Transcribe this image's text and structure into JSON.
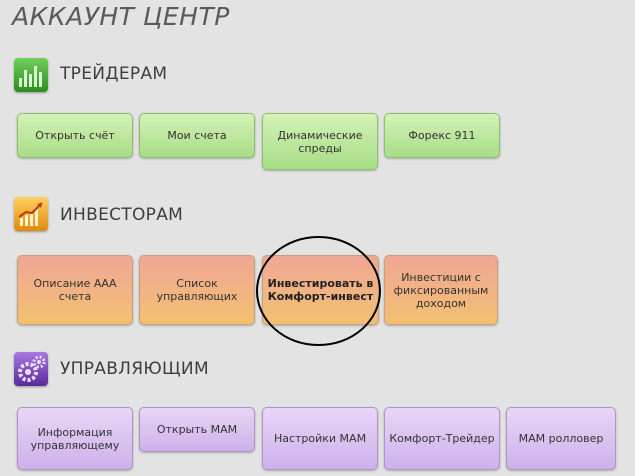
{
  "page_title": "АККАУНТ ЦЕНТР",
  "sections": {
    "traders": {
      "title": "ТРЕЙДЕРАМ",
      "icon": "bar-chart-icon",
      "color": "#3d9b2d",
      "buttons": [
        "Открыть счёт",
        "Мои счета",
        "Динамические спреды",
        "Форекс 911"
      ]
    },
    "investors": {
      "title": "ИНВЕСТОРАМ",
      "icon": "growth-chart-icon",
      "color": "#e8a020",
      "buttons": [
        "Описание ААА счета",
        "Список управляющих",
        "Инвестировать в Комфорт-инвест",
        "Инвестиции с фиксированным доходом"
      ]
    },
    "managers": {
      "title": "УПРАВЛЯЮЩИМ",
      "icon": "gears-icon",
      "color": "#7a45b8",
      "buttons": [
        "Информация управляющему",
        "Открыть МАМ",
        "Настройки МАМ",
        "Комфорт-Трейдер",
        "МАМ ролловер"
      ]
    }
  }
}
